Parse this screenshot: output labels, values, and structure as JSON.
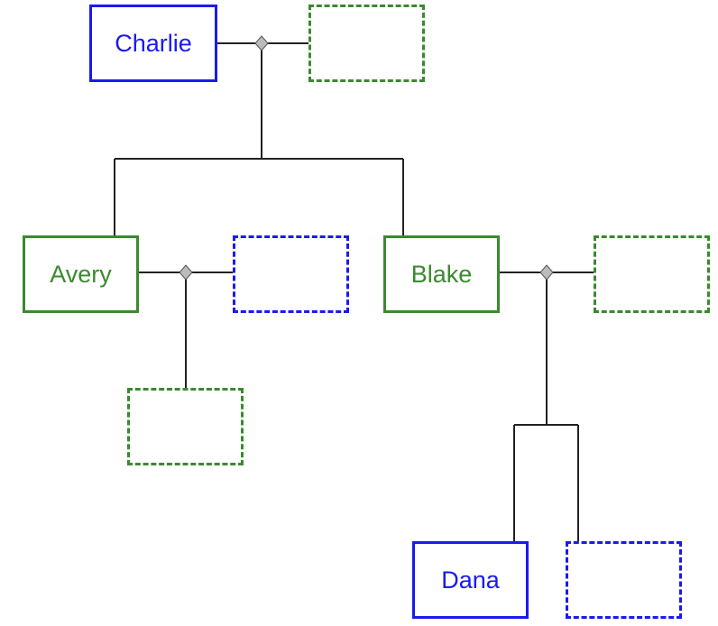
{
  "people": {
    "charlie": {
      "name": "Charlie"
    },
    "avery": {
      "name": "Avery"
    },
    "blake": {
      "name": "Blake"
    },
    "dana": {
      "name": "Dana"
    }
  },
  "colors": {
    "male_blue": "#1a1aee",
    "female_green": "#3a8a2e",
    "line": "#222222",
    "diamond_fill": "#bbbbbb"
  }
}
